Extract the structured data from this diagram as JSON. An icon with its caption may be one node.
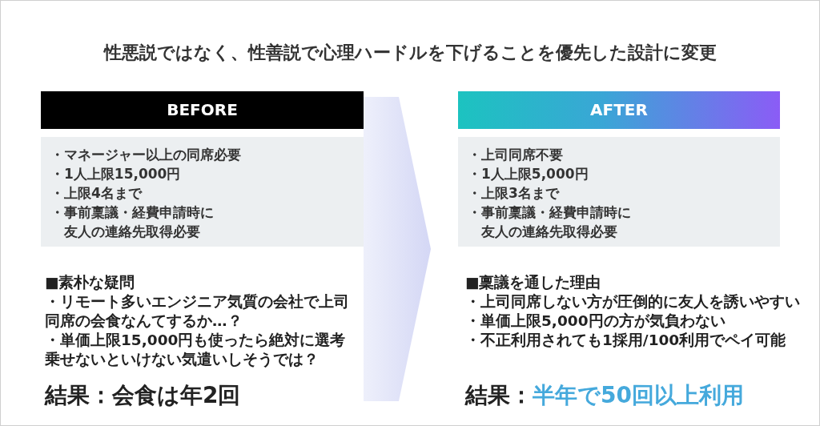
{
  "diagram": {
    "title": "性悪説ではなく、性善説で心理ハードルを下げることを優先した設計に変更",
    "nodes": [
      {
        "text": [
          "BEFORE"
        ]
      },
      {
        "text": [
          "・マネージャー以上の同席必要",
          "・1人上限15,000円",
          "・上限4名まで",
          "・事前稟議・経費申請時に友人の連絡先取得必要"
        ]
      },
      {
        "text": [
          "AFTER"
        ]
      },
      {
        "text": [
          "・上司同席不要",
          "・1人上限5,000円",
          "・上限3名まで",
          "・事前稟議・経費申請時に友人の連絡先取得必要"
        ]
      }
    ],
    "edges": [
      {
        "from": 1,
        "to": 3,
        "arrow": "to"
      }
    ],
    "labels": [
      "■素朴な疑問",
      "・リモート多いエンジニア気質の会社で上司同席の会食なんてするか…？",
      "・単価上限15,000円も使ったら絶対に選考乗せないといけない気遣いしそうでは？",
      "■稟議を通した理由",
      "・上司同席しない方が圧倒的に友人を誘いやすい",
      "・単価上限5,000円の方が気負わない",
      "・不正利用されても1採用/100利用でペイ可能",
      "結果：会食は年2回",
      "結果：",
      "半年で50回以上利用"
    ]
  }
}
